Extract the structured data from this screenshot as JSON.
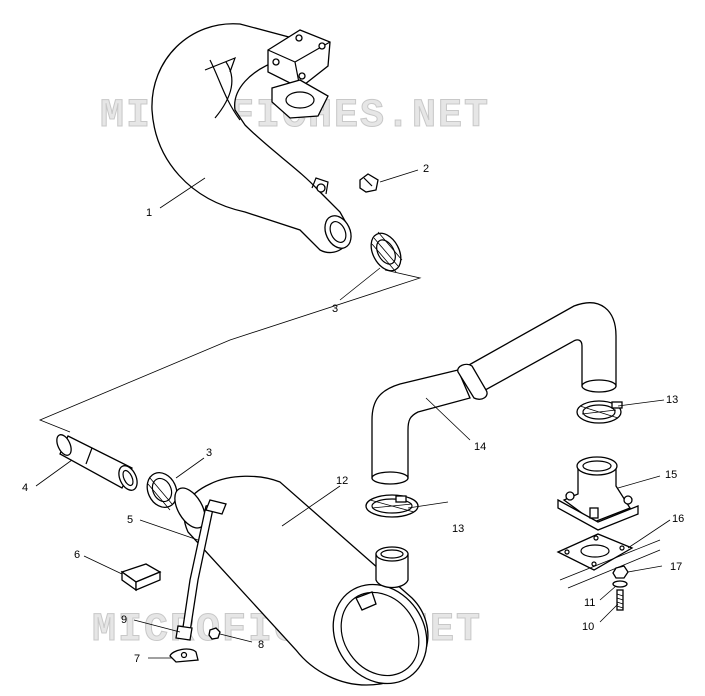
{
  "watermarks": [
    "MICROFICHES.NET",
    "MICROFICHES.NET"
  ],
  "callouts": {
    "c1": "1",
    "c2": "2",
    "c3a": "3",
    "c3b": "3",
    "c4": "4",
    "c5": "5",
    "c6": "6",
    "c7": "7",
    "c8": "8",
    "c9": "9",
    "c10": "10",
    "c11": "11",
    "c12": "12",
    "c13a": "13",
    "c13b": "13",
    "c14": "14",
    "c15": "15",
    "c16": "16",
    "c17": "17"
  }
}
